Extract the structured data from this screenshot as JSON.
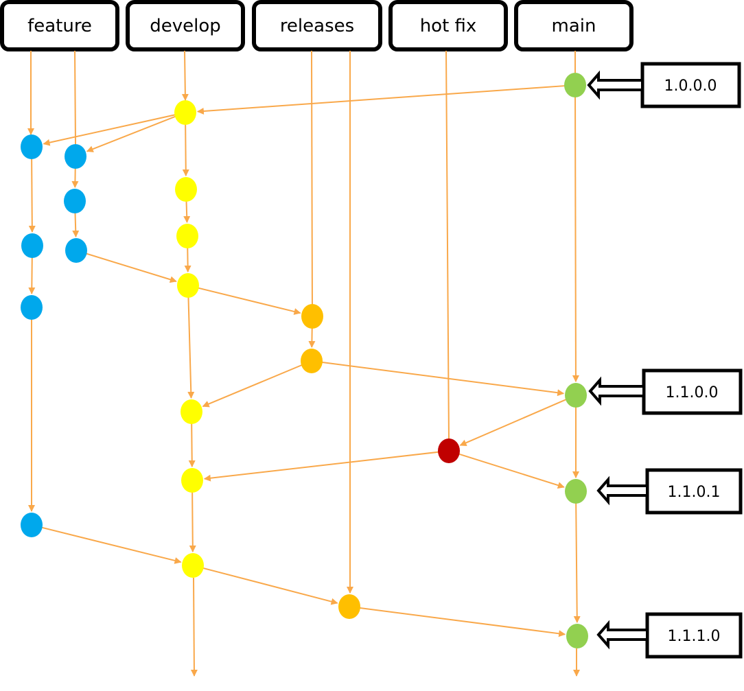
{
  "branches": [
    {
      "id": "feature",
      "label": "feature"
    },
    {
      "id": "develop",
      "label": "develop"
    },
    {
      "id": "releases",
      "label": "releases"
    },
    {
      "id": "hotfix",
      "label": "hot fix"
    },
    {
      "id": "main",
      "label": "main"
    }
  ],
  "colors": {
    "edge": "#f9a84a",
    "feature_commit": "#00a8ec",
    "develop_commit": "#ffff00",
    "release_commit": "#ffbf00",
    "hotfix_commit": "#c00000",
    "main_commit": "#92d050",
    "box_border": "#000000"
  },
  "commits": [
    {
      "id": "m1",
      "branch": "main",
      "color": "main_commit"
    },
    {
      "id": "d1",
      "branch": "develop",
      "color": "develop_commit"
    },
    {
      "id": "fa1",
      "branch": "feature",
      "color": "feature_commit"
    },
    {
      "id": "fb1",
      "branch": "feature",
      "color": "feature_commit"
    },
    {
      "id": "d2",
      "branch": "develop",
      "color": "develop_commit"
    },
    {
      "id": "fb2",
      "branch": "feature",
      "color": "feature_commit"
    },
    {
      "id": "d3",
      "branch": "develop",
      "color": "develop_commit"
    },
    {
      "id": "fa2",
      "branch": "feature",
      "color": "feature_commit"
    },
    {
      "id": "fb3",
      "branch": "feature",
      "color": "feature_commit"
    },
    {
      "id": "d4",
      "branch": "develop",
      "color": "develop_commit"
    },
    {
      "id": "fa3",
      "branch": "feature",
      "color": "feature_commit"
    },
    {
      "id": "r1",
      "branch": "releases",
      "color": "release_commit"
    },
    {
      "id": "r2",
      "branch": "releases",
      "color": "release_commit"
    },
    {
      "id": "m2",
      "branch": "main",
      "color": "main_commit"
    },
    {
      "id": "d5",
      "branch": "develop",
      "color": "develop_commit"
    },
    {
      "id": "h1",
      "branch": "hotfix",
      "color": "hotfix_commit"
    },
    {
      "id": "d6",
      "branch": "develop",
      "color": "develop_commit"
    },
    {
      "id": "m3",
      "branch": "main",
      "color": "main_commit"
    },
    {
      "id": "fa4",
      "branch": "feature",
      "color": "feature_commit"
    },
    {
      "id": "d7",
      "branch": "develop",
      "color": "develop_commit"
    },
    {
      "id": "r3",
      "branch": "releases",
      "color": "release_commit"
    },
    {
      "id": "m4",
      "branch": "main",
      "color": "main_commit"
    }
  ],
  "edges": [
    {
      "from": "m1",
      "to": "d1"
    },
    {
      "from": "d1",
      "to": "fa1"
    },
    {
      "from": "d1",
      "to": "fb1"
    },
    {
      "from": "d1",
      "to": "d2"
    },
    {
      "from": "d2",
      "to": "d3"
    },
    {
      "from": "d3",
      "to": "d4"
    },
    {
      "from": "fb1",
      "to": "fb2"
    },
    {
      "from": "fb2",
      "to": "fb3"
    },
    {
      "from": "fb3",
      "to": "d4"
    },
    {
      "from": "fa1",
      "to": "fa2"
    },
    {
      "from": "fa2",
      "to": "fa3"
    },
    {
      "from": "fa3",
      "to": "fa4"
    },
    {
      "from": "d4",
      "to": "r1"
    },
    {
      "from": "r1",
      "to": "r2"
    },
    {
      "from": "r2",
      "to": "m2"
    },
    {
      "from": "r2",
      "to": "d5"
    },
    {
      "from": "d4",
      "to": "d5"
    },
    {
      "from": "m2",
      "to": "h1"
    },
    {
      "from": "h1",
      "to": "d6"
    },
    {
      "from": "h1",
      "to": "m3"
    },
    {
      "from": "d5",
      "to": "d6"
    },
    {
      "from": "d6",
      "to": "d7"
    },
    {
      "from": "fa4",
      "to": "d7"
    },
    {
      "from": "d7",
      "to": "r3"
    },
    {
      "from": "r3",
      "to": "m4"
    },
    {
      "from": "m1",
      "to": "m2"
    },
    {
      "from": "m2",
      "to": "m3"
    },
    {
      "from": "m3",
      "to": "m4"
    }
  ],
  "versions": [
    {
      "commit": "m1",
      "label": "1.0.0.0"
    },
    {
      "commit": "m2",
      "label": "1.1.0.0"
    },
    {
      "commit": "m3",
      "label": "1.1.0.1"
    },
    {
      "commit": "m4",
      "label": "1.1.1.0"
    }
  ]
}
